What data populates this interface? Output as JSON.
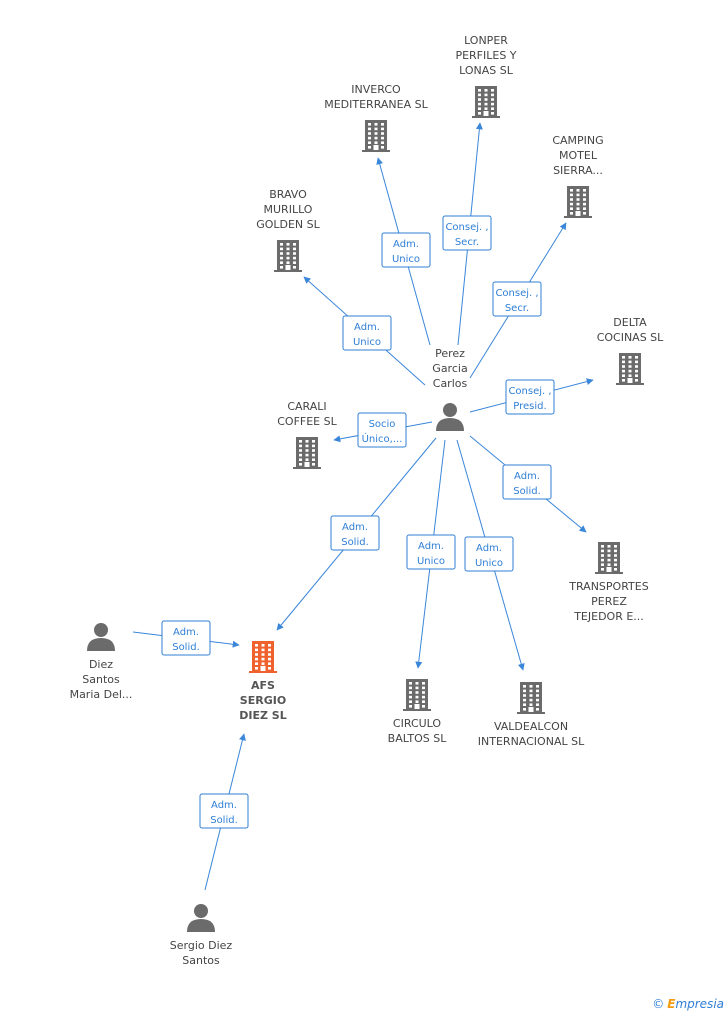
{
  "nodes": [
    {
      "id": "afs",
      "type": "company",
      "main": true,
      "label": [
        "AFS",
        "SERGIO",
        "DIEZ SL"
      ]
    },
    {
      "id": "perez",
      "type": "person",
      "label": [
        "Perez",
        "Garcia",
        "Carlos"
      ]
    },
    {
      "id": "diez_maria",
      "type": "person",
      "label": [
        "Diez",
        "Santos",
        "Maria Del..."
      ]
    },
    {
      "id": "sergio",
      "type": "person",
      "label": [
        "Sergio Diez",
        "Santos"
      ]
    },
    {
      "id": "lonper",
      "type": "company",
      "label": [
        "LONPER",
        "PERFILES Y",
        "LONAS SL"
      ]
    },
    {
      "id": "inverco",
      "type": "company",
      "label": [
        "INVERCO",
        "MEDITERRANEA SL"
      ]
    },
    {
      "id": "camping",
      "type": "company",
      "label": [
        "CAMPING",
        "MOTEL",
        "SIERRA..."
      ]
    },
    {
      "id": "bravo",
      "type": "company",
      "label": [
        "BRAVO",
        "MURILLO",
        "GOLDEN SL"
      ]
    },
    {
      "id": "delta",
      "type": "company",
      "label": [
        "DELTA",
        "COCINAS SL"
      ]
    },
    {
      "id": "carali",
      "type": "company",
      "label": [
        "CARALI",
        "COFFEE SL"
      ]
    },
    {
      "id": "transportes",
      "type": "company",
      "label": [
        "TRANSPORTES",
        "PEREZ",
        "TEJEDOR E..."
      ]
    },
    {
      "id": "circulo",
      "type": "company",
      "label": [
        "CIRCULO",
        "BALTOS SL"
      ]
    },
    {
      "id": "valdealcon",
      "type": "company",
      "label": [
        "VALDEALCON",
        "INTERNACIONAL SL"
      ]
    }
  ],
  "edges": [
    {
      "from": "perez",
      "to": "lonper",
      "label": [
        "Consej. ,",
        "Secr."
      ]
    },
    {
      "from": "perez",
      "to": "inverco",
      "label": [
        "Adm.",
        "Unico"
      ]
    },
    {
      "from": "perez",
      "to": "camping",
      "label": [
        "Consej. ,",
        "Secr."
      ]
    },
    {
      "from": "perez",
      "to": "bravo",
      "label": [
        "Adm.",
        "Unico"
      ]
    },
    {
      "from": "perez",
      "to": "delta",
      "label": [
        "Consej. ,",
        "Presid."
      ]
    },
    {
      "from": "perez",
      "to": "carali",
      "label": [
        "Socio",
        "Único,..."
      ]
    },
    {
      "from": "perez",
      "to": "transportes",
      "label": [
        "Adm.",
        "Solid."
      ]
    },
    {
      "from": "perez",
      "to": "afs",
      "label": [
        "Adm.",
        "Solid."
      ]
    },
    {
      "from": "perez",
      "to": "circulo",
      "label": [
        "Adm.",
        "Unico"
      ]
    },
    {
      "from": "perez",
      "to": "valdealcon",
      "label": [
        "Adm.",
        "Unico"
      ]
    },
    {
      "from": "diez_maria",
      "to": "afs",
      "label": [
        "Adm.",
        "Solid."
      ]
    },
    {
      "from": "sergio",
      "to": "afs",
      "label": [
        "Adm.",
        "Solid."
      ]
    }
  ],
  "colors": {
    "edge": "#3a86d9",
    "company_icon": "#6b6b6b",
    "main_company_icon": "#f0622d",
    "person_icon": "#6b6b6b"
  },
  "footer": {
    "copyright": "©",
    "brand_first": "E",
    "brand_rest": "mpresia"
  }
}
